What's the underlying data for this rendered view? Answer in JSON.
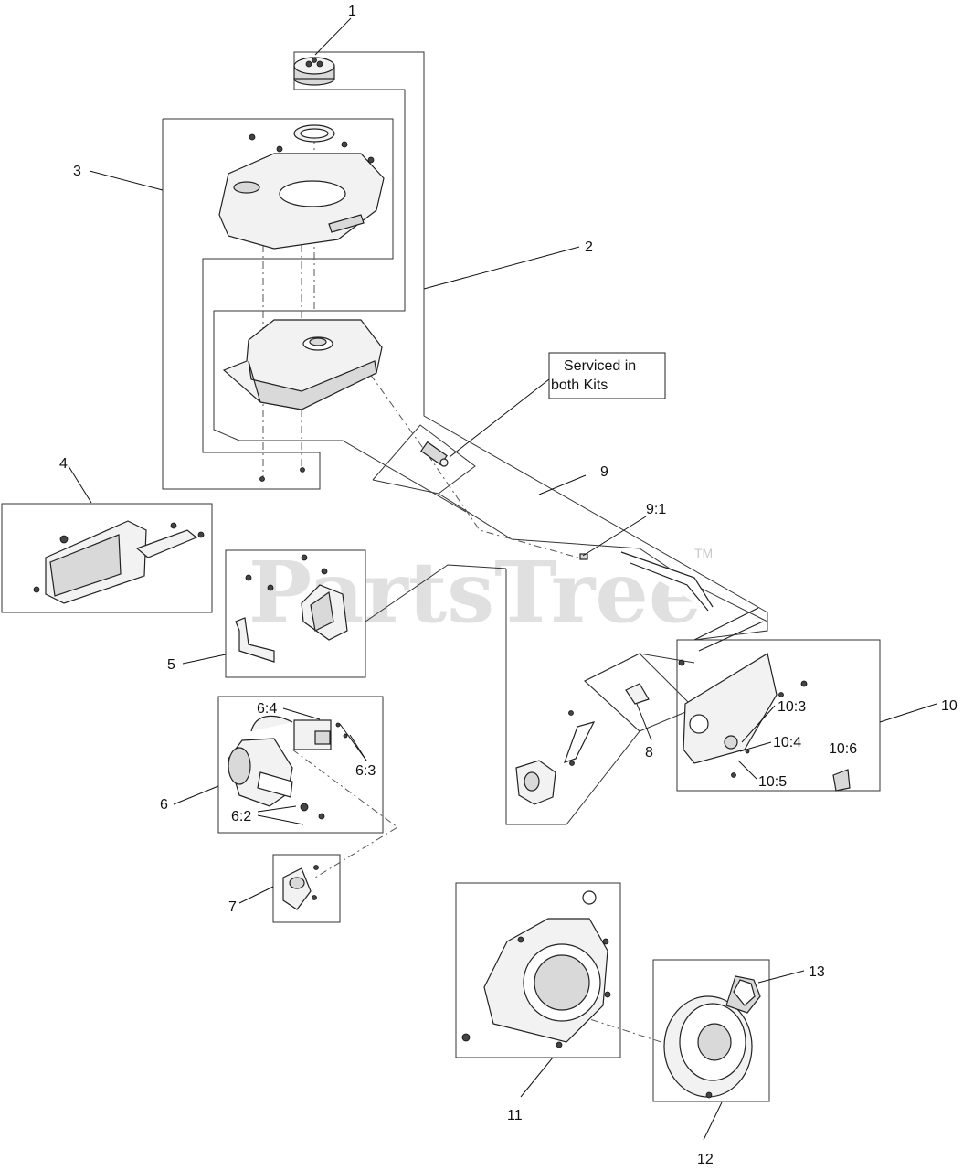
{
  "watermark": {
    "text": "PartsTree",
    "trademark": "TM"
  },
  "note": {
    "line1": "Serviced in",
    "line2": "both Kits"
  },
  "callouts": {
    "c1": "1",
    "c2": "2",
    "c3": "3",
    "c4": "4",
    "c5": "5",
    "c6": "6",
    "c6_2": "6:2",
    "c6_3": "6:3",
    "c6_4": "6:4",
    "c7": "7",
    "c8": "8",
    "c9": "9",
    "c9_1": "9:1",
    "c10": "10",
    "c10_3": "10:3",
    "c10_4": "10:4",
    "c10_5": "10:5",
    "c10_6": "10:6",
    "c11": "11",
    "c12": "12",
    "c13": "13"
  }
}
